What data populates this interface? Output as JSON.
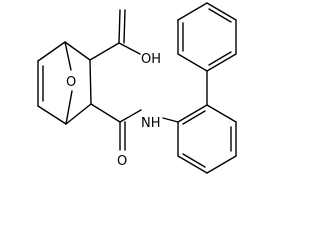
{
  "molecule": {
    "labels": {
      "bridge_oxygen": "O",
      "acid_hydroxyl": "OH",
      "carbonyl_oxygen": "O",
      "amide_nh": "NH"
    }
  }
}
